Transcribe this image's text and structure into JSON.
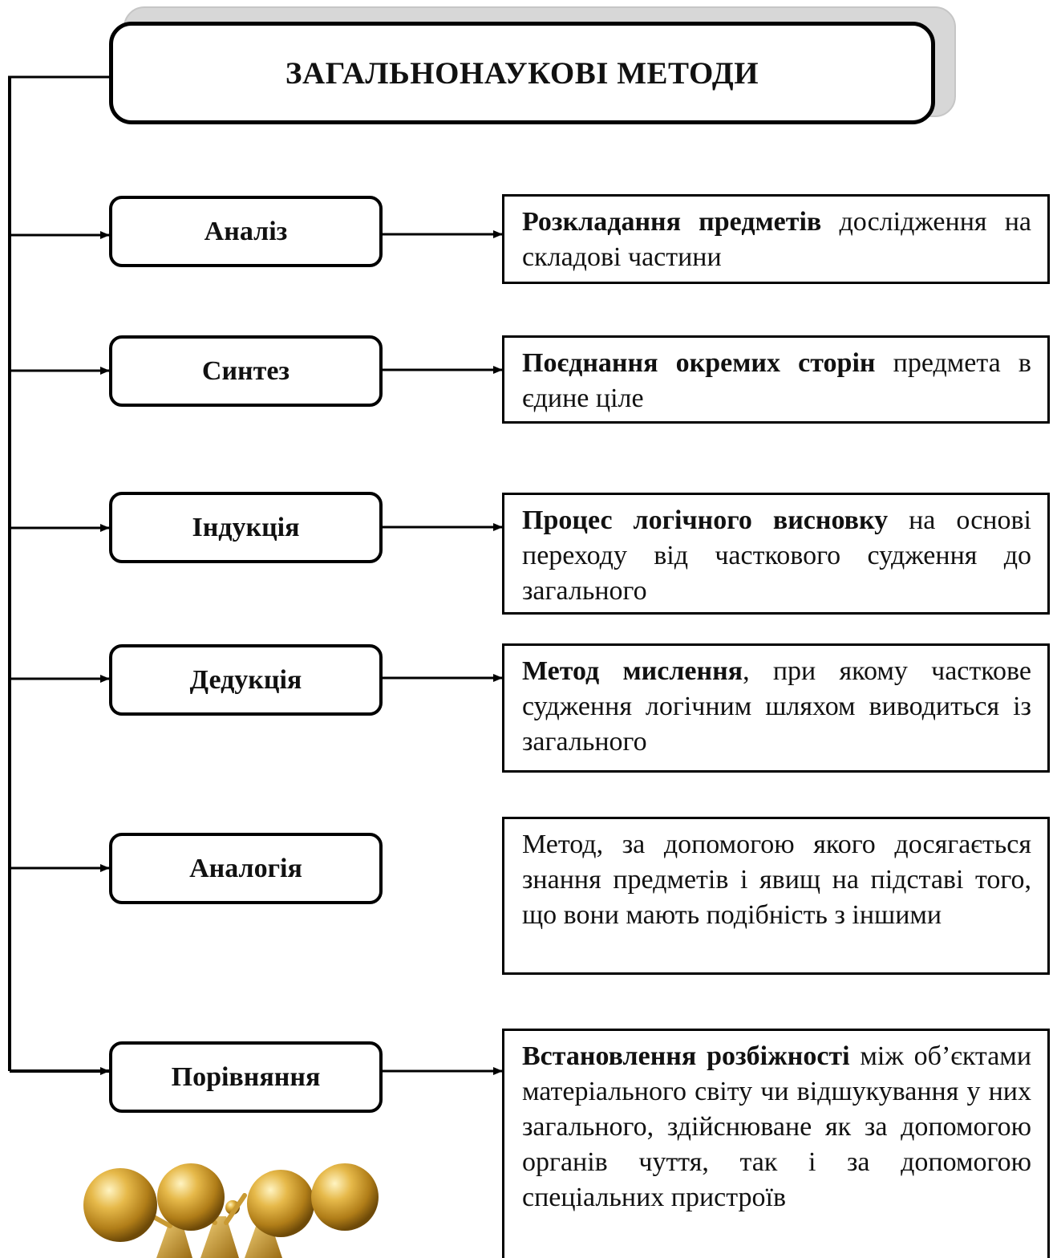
{
  "title": "ЗАГАЛЬНОНАУКОВІ МЕТОДИ",
  "methods": [
    {
      "name": "Аналіз",
      "desc_bold": "Розкладання предметів",
      "desc_rest": " дослідження на складові частини"
    },
    {
      "name": "Синтез",
      "desc_bold": "Поєднання окремих сторін",
      "desc_rest": " предмета в єдине ціле"
    },
    {
      "name": "Індукція",
      "desc_bold": "Процес логічного висновку",
      "desc_rest": " на основі переходу від часткового судження до загального"
    },
    {
      "name": "Дедукція",
      "desc_bold": "Метод мислення",
      "desc_rest": ", при якому часткове судження логічним шляхом виводиться із загального"
    },
    {
      "name": "Аналогія",
      "desc_bold": "",
      "desc_rest": "Метод, за допомогою якого досягається знання предметів і явищ на підставі того, що вони мають подібність з іншими"
    },
    {
      "name": "Порівняння",
      "desc_bold": "Встановлення розбіжності",
      "desc_rest": " між об’єктами матеріального світу чи відшукування у них загального, здійснюване як за допомогою органів чуття, так і за допомогою спеціальних пристроїв"
    }
  ],
  "colors": {
    "line": "#000000",
    "gold": "#c9962a"
  },
  "decoration": "gold-figures-holding-spheres"
}
